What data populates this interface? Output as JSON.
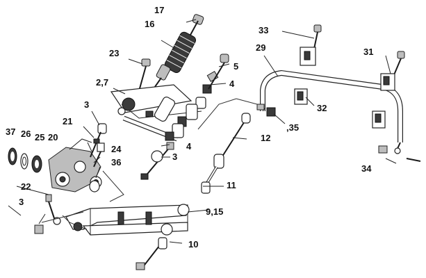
{
  "labels": {
    "l17": "17",
    "l16": "16",
    "l23": "23",
    "l5": "5",
    "l27": "2,7",
    "l4a": "4",
    "l3a": "3",
    "l21": "21",
    "l37": "37",
    "l26": "26",
    "l25": "25",
    "l20": "20",
    "l24": "24",
    "l36": "36",
    "l4b": "4",
    "l3b": "3",
    "l22": "22",
    "l3c": "3",
    "l12": "12",
    "l11": "11",
    "l915": "9,15",
    "l10": "10",
    "l33": "33",
    "l29": "29",
    "l31": "31",
    "l32": "32",
    "l35": ",35",
    "l34": "34"
  }
}
